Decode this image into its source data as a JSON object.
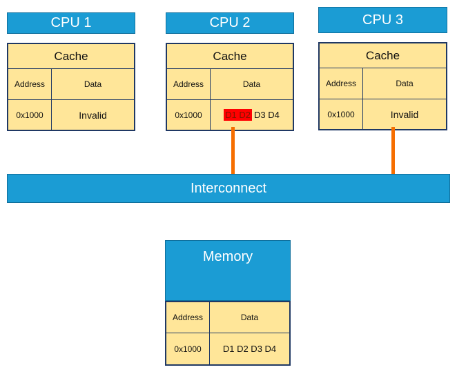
{
  "diagram": {
    "cpus": [
      {
        "title": "CPU 1",
        "cache_label": "Cache",
        "address_header": "Address",
        "data_header": "Data",
        "address": "0x1000",
        "data": "Invalid"
      },
      {
        "title": "CPU 2",
        "cache_label": "Cache",
        "address_header": "Address",
        "data_header": "Data",
        "address": "0x1000",
        "data_highlighted": "D1 D2",
        "data_rest": "D3 D4"
      },
      {
        "title": "CPU 3",
        "cache_label": "Cache",
        "address_header": "Address",
        "data_header": "Data",
        "address": "0x1000",
        "data": "Invalid"
      }
    ],
    "interconnect_label": "Interconnect",
    "memory": {
      "title": "Memory",
      "address_header": "Address",
      "data_header": "Data",
      "address": "0x1000",
      "data": "D1 D2 D3 D4"
    },
    "colors": {
      "header_blue": "#1b9cd4",
      "cell_yellow": "#ffe699",
      "border_dark": "#1f3864",
      "connector_orange": "#f66e00",
      "highlight_red_bg": "#ff0000",
      "highlight_red_text": "#7f1500"
    }
  }
}
